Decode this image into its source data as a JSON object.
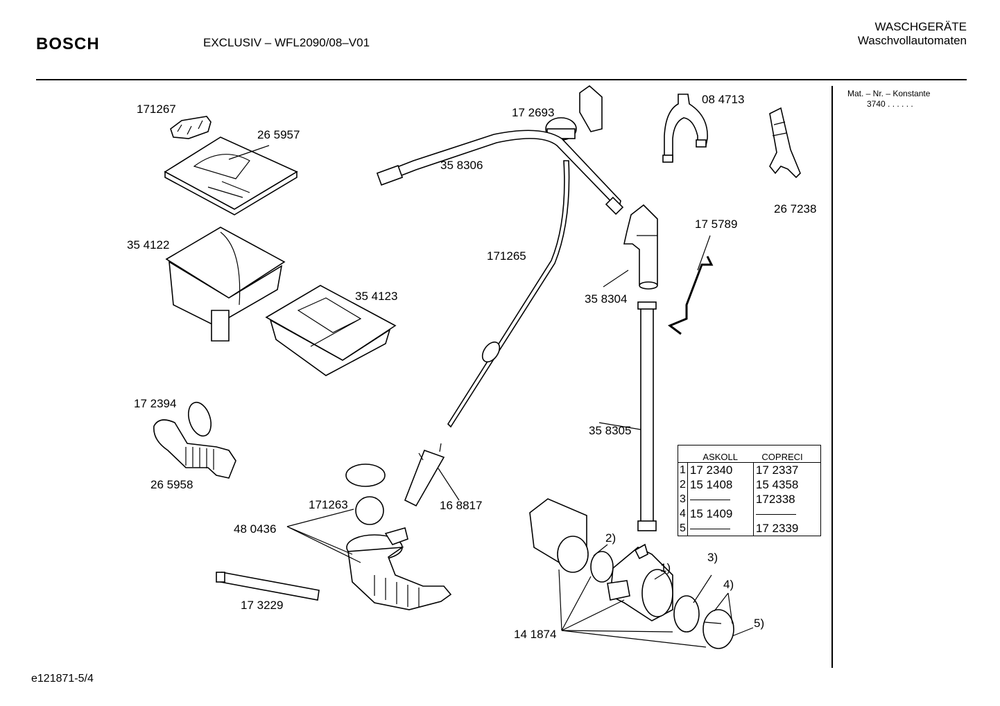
{
  "header": {
    "brand": "BOSCH",
    "model": "EXCLUSIV – WFL2090/08–V01",
    "category": "WASCHGERÄTE",
    "subcategory": "Waschvollautomaten"
  },
  "sidebar": {
    "material_label": "Mat. – Nr. – Konstante",
    "material_value": "3740  .  .  .  .  .  ."
  },
  "footer": {
    "drawing_id": "e121871-5/4"
  },
  "part_labels": {
    "p171267": "171267",
    "p265957": "26 5957",
    "p354122": "35 4122",
    "p354123": "35 4123",
    "p172394": "17 2394",
    "p265958": "26 5958",
    "p172693": "17 2693",
    "p358306": "35 8306",
    "p171265": "171265",
    "p084713": "08 4713",
    "p267238": "26 7238",
    "p175789": "17 5789",
    "p358304": "35 8304",
    "p358305": "35 8305",
    "p168817": "16 8817",
    "p171263": "171263",
    "p480436": "48 0436",
    "p173229": "17 3229",
    "p141874": "14 1874",
    "n2": "2)",
    "n1": "1)",
    "n3": "3)",
    "n4": "4)",
    "n5": "5)"
  },
  "alt_table": {
    "headers": [
      "ASKOLL",
      "COPRECI"
    ],
    "rows": [
      {
        "n": "1",
        "askoll": "17 2340",
        "copreci": "17 2337"
      },
      {
        "n": "2",
        "askoll": "15 1408",
        "copreci": "15 4358"
      },
      {
        "n": "3",
        "askoll": "",
        "copreci": "172338"
      },
      {
        "n": "4",
        "askoll": "15 1409",
        "copreci": ""
      },
      {
        "n": "5",
        "askoll": "",
        "copreci": "17 2339"
      }
    ]
  }
}
